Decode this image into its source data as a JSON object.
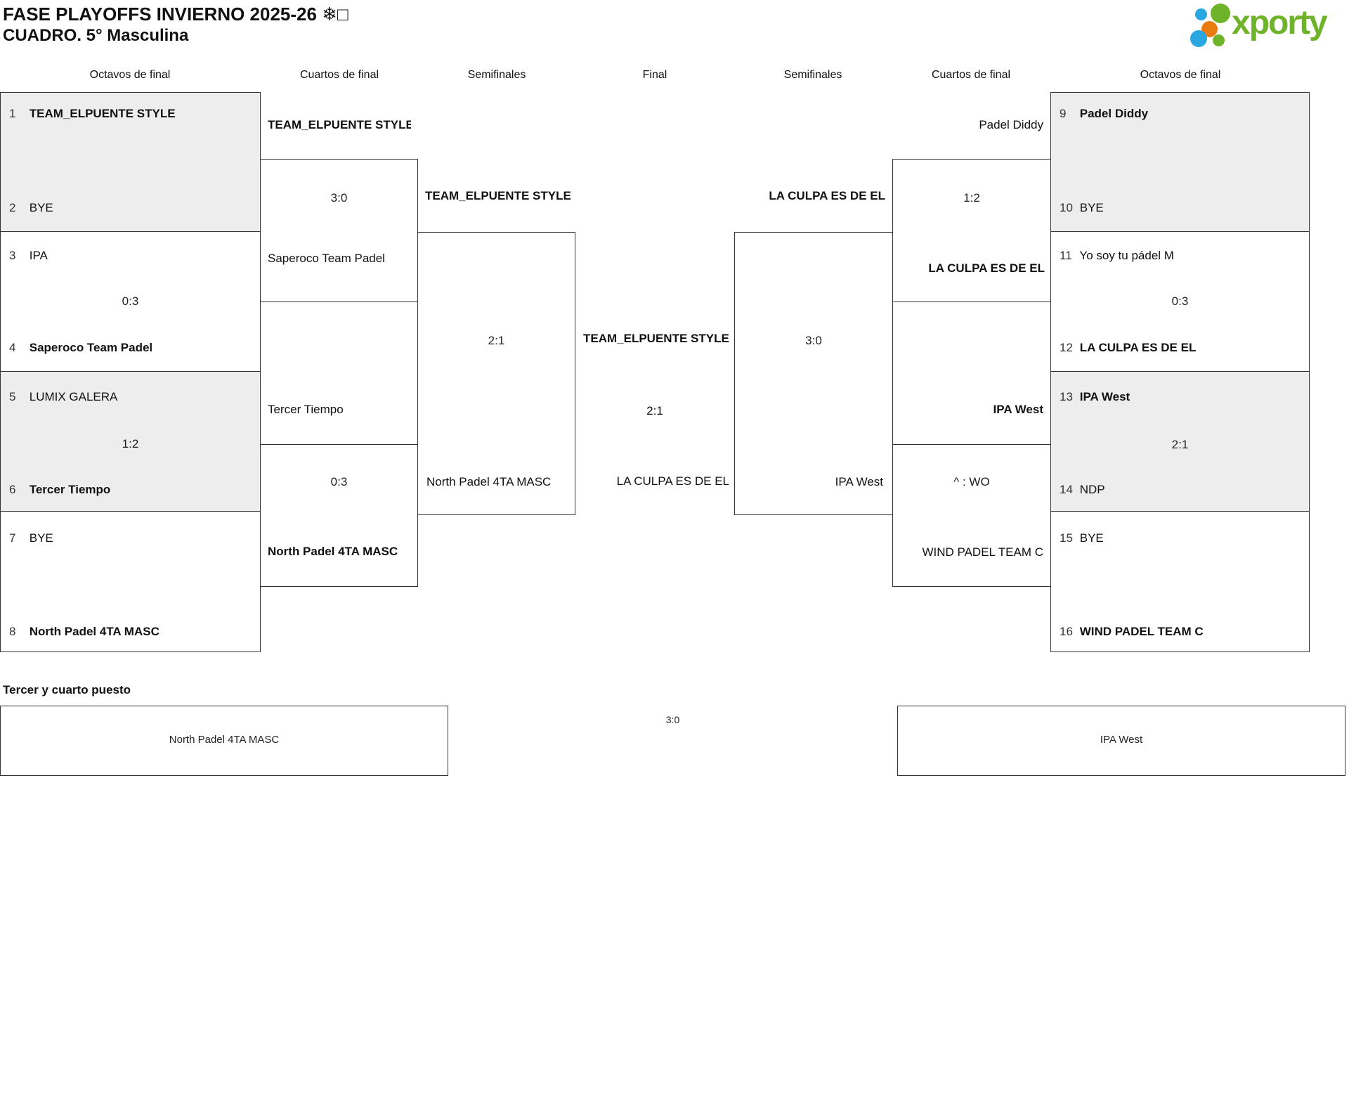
{
  "title": {
    "line1": "FASE PLAYOFFS INVIERNO 2025-26 ❄□",
    "line2": "CUADRO. 5° Masculina"
  },
  "logo": {
    "brand": "xporty"
  },
  "colors": {
    "brand_green": "#6fb32a",
    "brand_blue": "#2aa7e0",
    "brand_orange": "#ea7c0f",
    "box_gray": "#ededed",
    "line": "#333333"
  },
  "headers": [
    "Octavos de final",
    "Cuartos de final",
    "Semifinales",
    "Final",
    "Semifinales",
    "Cuartos de final",
    "Octavos de final"
  ],
  "octavos_left": [
    {
      "t1_seed": "1",
      "t1": "TEAM_ELPUENTE STYLE",
      "t2_seed": "2",
      "t2": "BYE",
      "score": ""
    },
    {
      "t1_seed": "3",
      "t1": "IPA",
      "t2_seed": "4",
      "t2": "Saperoco Team Padel",
      "score": "0:3"
    },
    {
      "t1_seed": "5",
      "t1": "LUMIX GALERA",
      "t2_seed": "6",
      "t2": "Tercer Tiempo",
      "score": "1:2"
    },
    {
      "t1_seed": "7",
      "t1": "BYE",
      "t2_seed": "8",
      "t2": "North Padel 4TA MASC",
      "score": ""
    }
  ],
  "octavos_right": [
    {
      "t1_seed": "9",
      "t1": "Padel Diddy",
      "t2_seed": "10",
      "t2": "BYE",
      "score": ""
    },
    {
      "t1_seed": "11",
      "t1": "Yo soy tu pádel M",
      "t2_seed": "12",
      "t2": "LA CULPA ES DE EL",
      "score": "0:3"
    },
    {
      "t1_seed": "13",
      "t1": "IPA West",
      "t2_seed": "14",
      "t2": "NDP",
      "score": "2:1"
    },
    {
      "t1_seed": "15",
      "t1": "BYE",
      "t2_seed": "16",
      "t2": "WIND PADEL TEAM C",
      "score": ""
    }
  ],
  "cuartos_left": [
    {
      "top": "TEAM_ELPUENTE STYLE",
      "score": "3:0",
      "bottom": "Saperoco Team Padel"
    },
    {
      "top": "Tercer Tiempo",
      "score": "0:3",
      "bottom": "North Padel 4TA MASC"
    }
  ],
  "cuartos_right": [
    {
      "top": "Padel Diddy",
      "score": "1:2",
      "bottom": "LA CULPA ES DE EL"
    },
    {
      "top": "IPA West",
      "score": "^ : WO",
      "bottom": "WIND PADEL TEAM C"
    }
  ],
  "semis_left": {
    "top": "TEAM_ELPUENTE STYLE",
    "score": "2:1",
    "bottom": "North Padel 4TA MASC"
  },
  "semis_right": {
    "top": "LA CULPA ES DE EL",
    "score": "3:0",
    "bottom": "IPA West"
  },
  "final": {
    "top": "TEAM_ELPUENTE STYLE",
    "score": "2:1",
    "bottom": "LA CULPA ES DE EL"
  },
  "third_place": {
    "label": "Tercer y cuarto puesto",
    "left_team": "North Padel 4TA MASC",
    "score": "3:0",
    "right_team": "IPA West"
  }
}
